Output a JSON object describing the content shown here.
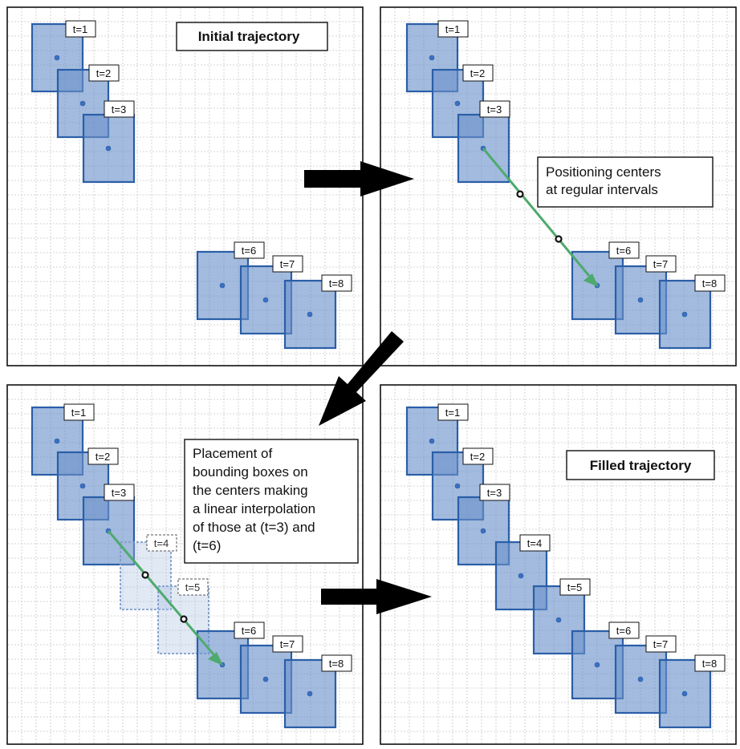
{
  "panels": [
    {
      "id": "initial",
      "title": "Initial trajectory",
      "boxes": [
        "t=1",
        "t=2",
        "t=3",
        "t=6",
        "t=7",
        "t=8"
      ]
    },
    {
      "id": "positioning",
      "callout": [
        "Positioning centers",
        "at regular intervals"
      ],
      "boxes": [
        "t=1",
        "t=2",
        "t=3",
        "t=6",
        "t=7",
        "t=8"
      ]
    },
    {
      "id": "placement",
      "callout": [
        "Placement of",
        "bounding boxes on",
        "the centers making",
        "a linear interpolation",
        "of those at (t=3) and",
        "(t=6)"
      ],
      "boxes": [
        "t=1",
        "t=2",
        "t=3",
        "t=4",
        "t=5",
        "t=6",
        "t=7",
        "t=8"
      ]
    },
    {
      "id": "filled",
      "title": "Filled trajectory",
      "boxes": [
        "t=1",
        "t=2",
        "t=3",
        "t=4",
        "t=5",
        "t=6",
        "t=7",
        "t=8"
      ]
    }
  ],
  "colors": {
    "box_fill": "#6b92c9",
    "box_stroke": "#2a5ea8",
    "trajectory": "#4eaa6e",
    "arrow": "#000000"
  }
}
